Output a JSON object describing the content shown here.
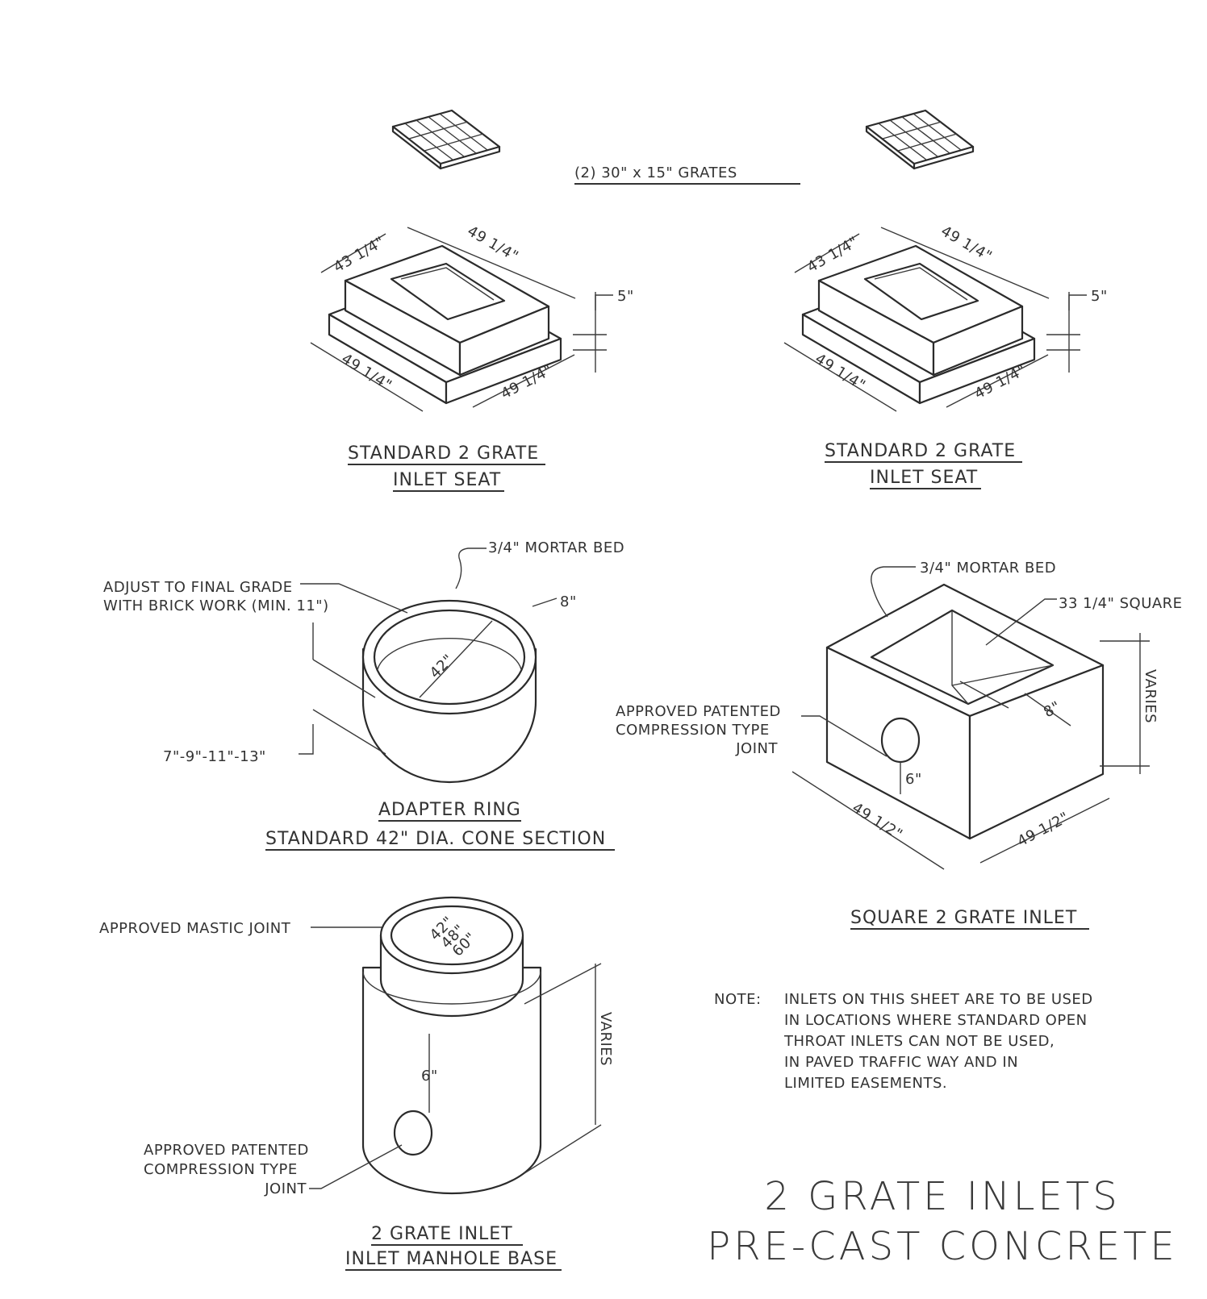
{
  "grates": {
    "label": "(2) 30\" x 15\" GRATES"
  },
  "seat_left": {
    "dim_top_left": "43 1/4\"",
    "dim_top_right": "49 1/4\"",
    "dim_bottom_left": "49 1/4\"",
    "dim_bottom_right": "49 1/4\"",
    "dim_height": "5\"",
    "caption_line1": "STANDARD 2 GRATE",
    "caption_line2": "INLET SEAT"
  },
  "seat_right": {
    "dim_top_left": "43 1/4\"",
    "dim_top_right": "49 1/4\"",
    "dim_bottom_left": "49 1/4\"",
    "dim_bottom_right": "49 1/4\"",
    "dim_height": "5\"",
    "caption_line1": "STANDARD 2 GRATE",
    "caption_line2": "INLET SEAT"
  },
  "adapter_ring": {
    "mortar": "3/4\" MORTAR BED",
    "adjust_line1": "ADJUST TO FINAL GRADE",
    "adjust_line2": "WITH BRICK WORK (MIN. 11\")",
    "wall": "8\"",
    "diameter": "42\"",
    "heights": "7\"-9\"-11\"-13\"",
    "caption_line1": "ADAPTER RING",
    "caption_line2": "STANDARD 42\" DIA. CONE SECTION"
  },
  "square_inlet": {
    "mortar": "3/4\" MORTAR BED",
    "square": "33 1/4\" SQUARE",
    "varies": "VARIES",
    "wall": "8\"",
    "joint_line1": "APPROVED PATENTED",
    "joint_line2": "COMPRESSION TYPE",
    "joint_line3": "JOINT",
    "offset": "6\"",
    "dim_left": "49 1/2\"",
    "dim_right": "49 1/2\"",
    "caption": "SQUARE 2 GRATE INLET"
  },
  "manhole_base": {
    "mastic": "APPROVED MASTIC JOINT",
    "dia1": "42\"",
    "dia2": "48\"",
    "dia3": "60\"",
    "varies": "VARIES",
    "offset": "6\"",
    "joint_line1": "APPROVED PATENTED",
    "joint_line2": "COMPRESSION TYPE",
    "joint_line3": "JOINT",
    "caption_line1": "2 GRATE INLET",
    "caption_line2": "INLET MANHOLE BASE"
  },
  "note": {
    "label": "NOTE:",
    "line1": "INLETS ON THIS SHEET ARE TO BE USED",
    "line2": "IN LOCATIONS WHERE STANDARD OPEN",
    "line3": "THROAT INLETS CAN NOT BE USED,",
    "line4": "IN PAVED TRAFFIC WAY AND IN",
    "line5": "LIMITED EASEMENTS."
  },
  "sheet_title": {
    "line1": "2 GRATE INLETS",
    "line2": "PRE-CAST CONCRETE"
  }
}
